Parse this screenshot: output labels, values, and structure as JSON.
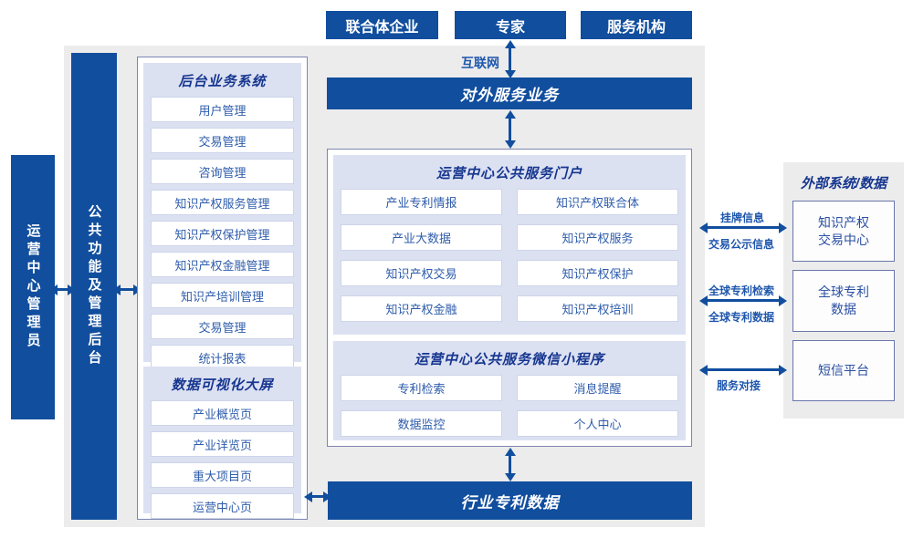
{
  "colors": {
    "primary_blue": "#114e9e",
    "lavender_panel": "#dce1f2",
    "panel_border": "#7d85b3",
    "background_gray": "#ececec",
    "item_text_blue": "#2e5cab",
    "header_navy": "#16368f"
  },
  "top_boxes": [
    {
      "label": "联合体企业"
    },
    {
      "label": "专家"
    },
    {
      "label": "服务机构"
    }
  ],
  "internet_label": "互联网",
  "external_service_banner": "对外服务业务",
  "left_bar_admin": "运营中心管理员",
  "left_bar_backend": "公共功能及管理后台",
  "backend_panel": {
    "title": "后台业务系统",
    "items": [
      "用户管理",
      "交易管理",
      "咨询管理",
      "知识产权服务管理",
      "知识产权保护管理",
      "知识产权金融管理",
      "知识产培训管理",
      "交易管理",
      "统计报表"
    ]
  },
  "dashboard_panel": {
    "title": "数据可视化大屏",
    "items": [
      "产业概览页",
      "产业详览页",
      "重大项目页",
      "运营中心页"
    ]
  },
  "portal_panel": {
    "title": "运营中心公共服务门户",
    "items": [
      "产业专利情报",
      "知识产权联合体",
      "产业大数据",
      "知识产权服务",
      "知识产权交易",
      "知识产权保护",
      "知识产权金融",
      "知识产权培训"
    ]
  },
  "miniprogram_panel": {
    "title": "运营中心公共服务微信小程序",
    "items": [
      "专利检索",
      "消息提醒",
      "数据监控",
      "个人中心"
    ]
  },
  "bottom_banner": "行业专利数据",
  "external_panel": {
    "title": "外部系统/数据",
    "boxes": [
      "知识产权\n交易中心",
      "全球专利\n数据",
      "短信平台"
    ]
  },
  "right_links": [
    {
      "label_top": "挂牌信息",
      "label_bottom": "交易公示信息"
    },
    {
      "label_top": "全球专利检索",
      "label_bottom": "全球专利数据"
    },
    {
      "label_top": "",
      "label_bottom": "服务对接"
    }
  ]
}
